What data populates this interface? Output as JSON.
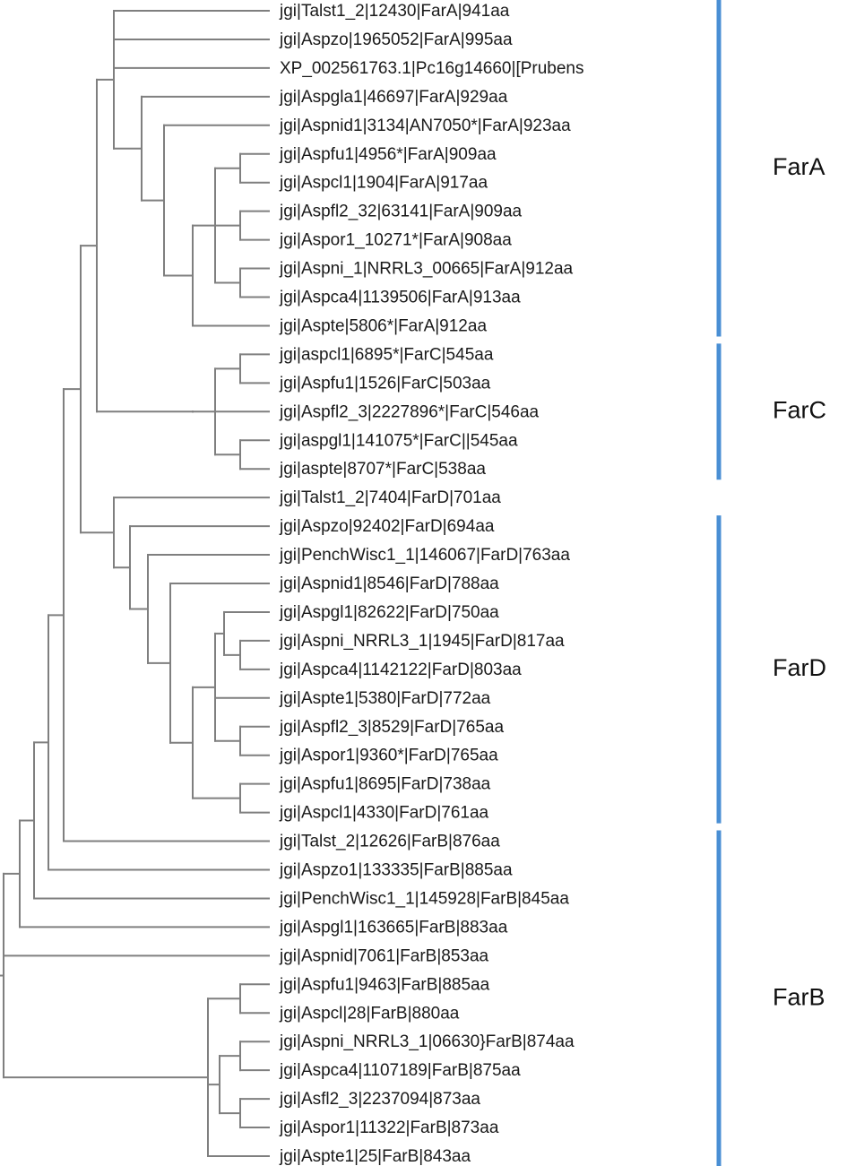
{
  "tree": {
    "leaves": [
      "jgi|Talst1_2|12430|FarA|941aa",
      "jgi|Aspzo|1965052|FarA|995aa",
      "XP_002561763.1|Pc16g14660|[Prubens",
      "jgi|Aspgla1|46697|FarA|929aa",
      "jgi|Aspnid1|3134|AN7050*|FarA|923aa",
      "jgi|Aspfu1|4956*|FarA|909aa",
      "jgi|Aspcl1|1904|FarA|917aa",
      "jgi|Aspfl2_32|63141|FarA|909aa",
      "jgi|Aspor1_10271*|FarA|908aa",
      "jgi|Aspni_1|NRRL3_00665|FarA|912aa",
      "jgi|Aspca4|1139506|FarA|913aa",
      "jgi|Aspte|5806*|FarA|912aa",
      "jgi|aspcl1|6895*|FarC|545aa",
      "jgi|Aspfu1|1526|FarC|503aa",
      "jgi|Aspfl2_3|2227896*|FarC|546aa",
      "jgi|aspgl1|141075*|FarC||545aa",
      "jgi|aspte|8707*|FarC|538aa",
      "jgi|Talst1_2|7404|FarD|701aa",
      "jgi|Aspzo|92402|FarD|694aa",
      "jgi|PenchWisc1_1|146067|FarD|763aa",
      "jgi|Aspnid1|8546|FarD|788aa",
      "jgi|Aspgl1|82622|FarD|750aa",
      "jgi|Aspni_NRRL3_1|1945|FarD|817aa",
      "jgi|Aspca4|1142122|FarD|803aa",
      "jgi|Aspte1|5380|FarD|772aa",
      "jgi|Aspfl2_3|8529|FarD|765aa",
      "jgi|Aspor1|9360*|FarD|765aa",
      "jgi|Aspfu1|8695|FarD|738aa",
      "jgi|Aspcl1|4330|FarD|761aa",
      "jgi|Talst_2|12626|FarB|876aa",
      "jgi|Aspzo1|133335|FarB|885aa",
      "jgi|PenchWisc1_1|145928|FarB|845aa",
      "jgi|Aspgl1|163665|FarB|883aa",
      "jgi|Aspnid|7061|FarB|853aa",
      "jgi|Aspfu1|9463|FarB|885aa",
      "jgi|Aspcl|28|FarB|880aa",
      "jgi|Aspni_NRRL3_1|06630}FarB|874aa",
      "jgi|Aspca4|1107189|FarB|875aa",
      "jgi|Asfl2_3|2237094|873aa",
      "jgi|Aspor1|11322|FarB|873aa",
      "jgi|Aspte1|25|FarB|843aa"
    ],
    "clades": [
      {
        "label": "FarA",
        "first_leaf": 0,
        "last_leaf": 11
      },
      {
        "label": "FarC",
        "first_leaf": 12,
        "last_leaf": 16
      },
      {
        "label": "FarD",
        "first_leaf": 18,
        "last_leaf": 28
      },
      {
        "label": "FarB",
        "first_leaf": 29,
        "last_leaf": 40
      }
    ],
    "colors": {
      "branch": "#7f7f7f",
      "clade_bar": "#4a8fd4",
      "text": "#1a1a1a"
    }
  }
}
